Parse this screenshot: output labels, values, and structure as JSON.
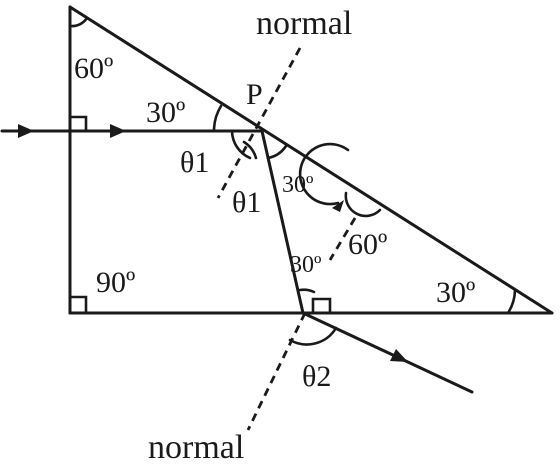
{
  "labels": {
    "normal_top": "normal",
    "normal_bottom": "normal",
    "point_p": "P",
    "angle_apex": "60º",
    "angle_incidence": "30º",
    "theta1_a": "θ1",
    "theta1_b": "θ1",
    "angle_inside_30": "30º",
    "angle_side_60": "60º",
    "angle_lower_30": "30º",
    "angle_right": "90º",
    "angle_base": "30º",
    "theta2": "θ2"
  }
}
